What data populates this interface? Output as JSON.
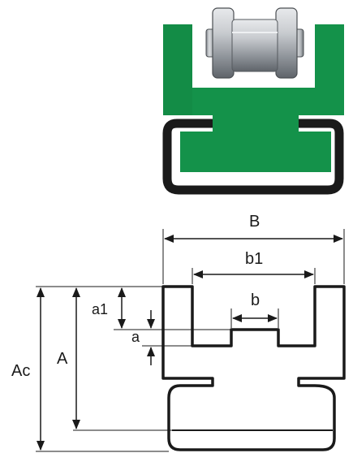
{
  "colors": {
    "green": "#14924a",
    "green_dark": "#0f7a3c",
    "channel": "#1a1a1a",
    "roller_steel": "#a9adb2",
    "line": "#1a1a1a"
  },
  "dimensions": {
    "B": "B",
    "b1": "b1",
    "b": "b",
    "a1": "a1",
    "a": "a",
    "A": "A",
    "Ac": "Ac"
  },
  "icons": {
    "roller": "chain-roller-icon",
    "arrow": "arrowhead-icon"
  }
}
